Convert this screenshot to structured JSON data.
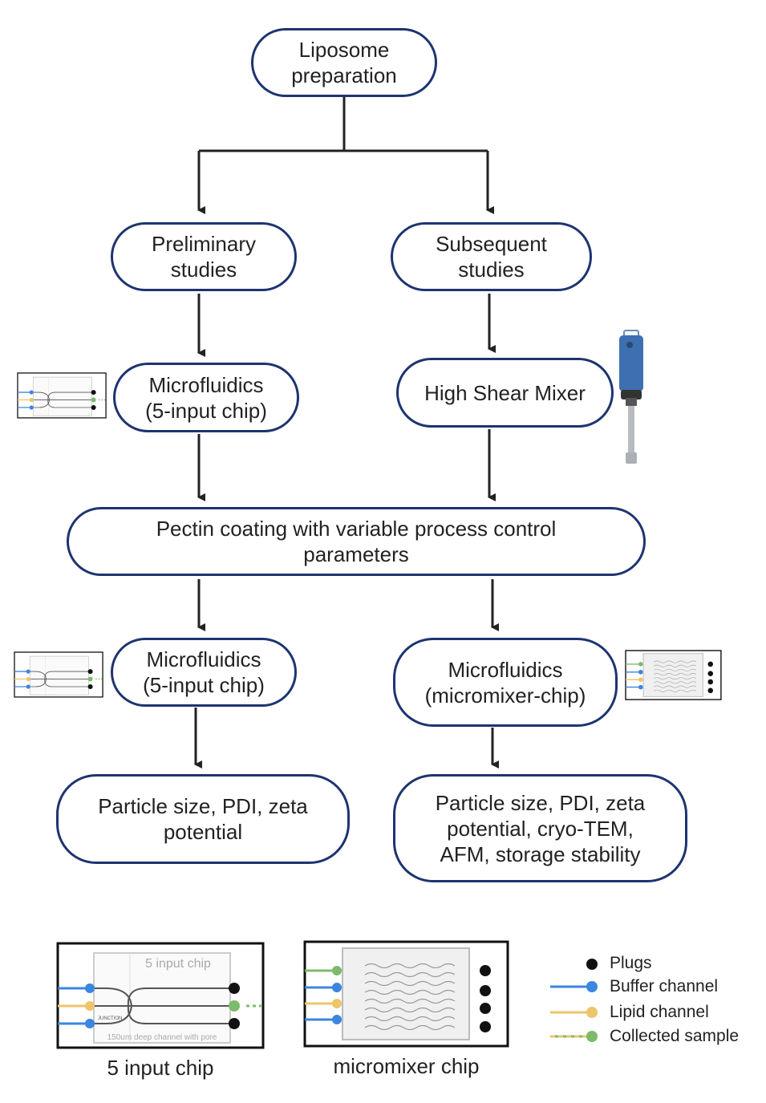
{
  "nodes": {
    "liposome": "Liposome\npreparation",
    "preliminary": "Preliminary\nstudies",
    "subsequent": "Subsequent\nstudies",
    "microfluidics_5input_a": "Microfluidics\n(5-input chip)",
    "high_shear_mixer": "High Shear Mixer",
    "pectin": "Pectin coating with variable process control\nparameters",
    "microfluidics_5input_b": "Microfluidics\n(5-input chip)",
    "microfluidics_micromixer": "Microfluidics\n(micromixer-chip)",
    "characterization_left": "Particle size, PDI, zeta\npotential",
    "characterization_right": "Particle size, PDI, zeta\npotential, cryo-TEM,\nAFM, storage stability"
  },
  "chips": {
    "five_input_label": "5 input chip",
    "micromixer_label": "micromixer chip",
    "five_input_inner_title": "5 input chip",
    "five_input_inner_note": "150um deep channel with pore",
    "five_input_junction": "JUNCTION"
  },
  "legend": [
    {
      "label": "Plugs",
      "color": "#111111"
    },
    {
      "label": "Buffer channel",
      "color": "#3b86e0"
    },
    {
      "label": "Lipid channel",
      "color": "#eec56a"
    },
    {
      "label": "Collected sample",
      "color": "#7cbb6c"
    }
  ],
  "colors": {
    "node_border": "#1e3470",
    "arrow": "#222222",
    "mixer_body": "#3e6fb0"
  }
}
